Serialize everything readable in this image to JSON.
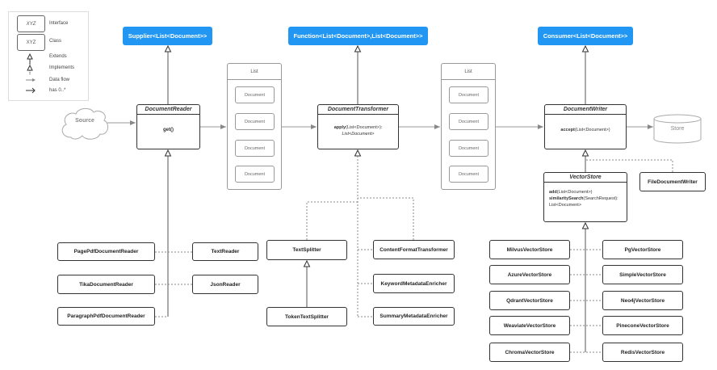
{
  "legend": {
    "interface_sample": "XYZ",
    "interface": "Interface",
    "class_sample": "XYZ",
    "class": "Class",
    "extends": "Extends",
    "implements": "Implements",
    "data_flow": "Data flow",
    "has": "has 0..*"
  },
  "interfaces": {
    "supplier": "Supplier<List<Document>>",
    "function": "Function<List<Document>,List<Document>>",
    "consumer": "Consumer<List<Document>>"
  },
  "source": "Source",
  "store": "Store",
  "reader": {
    "name": "DocumentReader",
    "method": "get()"
  },
  "transformer": {
    "name": "DocumentTransformer",
    "method_name": "apply",
    "method_sig": "(List<Document>):",
    "method_ret": "List<Document>"
  },
  "writer": {
    "name": "DocumentWriter",
    "method_name": "accept",
    "method_sig": "(List<Document>)"
  },
  "vector_store": {
    "name": "VectorStore",
    "m1_name": "add",
    "m1_sig": "(List<Document>)",
    "m2_name": "similaritySearch",
    "m2_sig": "(SearchRequest):",
    "m2_ret": "List<Document>"
  },
  "file_writer": "FileDocumentWriter",
  "list1": {
    "title": "List",
    "items": [
      "Document",
      "Document",
      "Document",
      "Document"
    ]
  },
  "list2": {
    "title": "List",
    "items": [
      "Document",
      "Document",
      "Document",
      "Document"
    ]
  },
  "readers": [
    "PagePdfDocumentReader",
    "TikaDocumentReader",
    "ParagraphPdfDocumentReader",
    "TextReader",
    "JsonReader"
  ],
  "splitters": [
    "TextSplitter",
    "TokenTextSplitter"
  ],
  "transformers": [
    "ContentFormatTransformer",
    "KeywordMetadataEnricher",
    "SummaryMetadataEnricher"
  ],
  "vector_stores": [
    "MilvusVectorStore",
    "PgVectorStore",
    "AzureVectorStore",
    "SimpleVectorStore",
    "QdrantVectorStore",
    "Neo4jVectorStore",
    "WeaviateVectorStore",
    "PineconeVectorStore",
    "ChromaVectorStore",
    "RedisVectorStore"
  ],
  "colors": {
    "accent": "#2196f3"
  }
}
